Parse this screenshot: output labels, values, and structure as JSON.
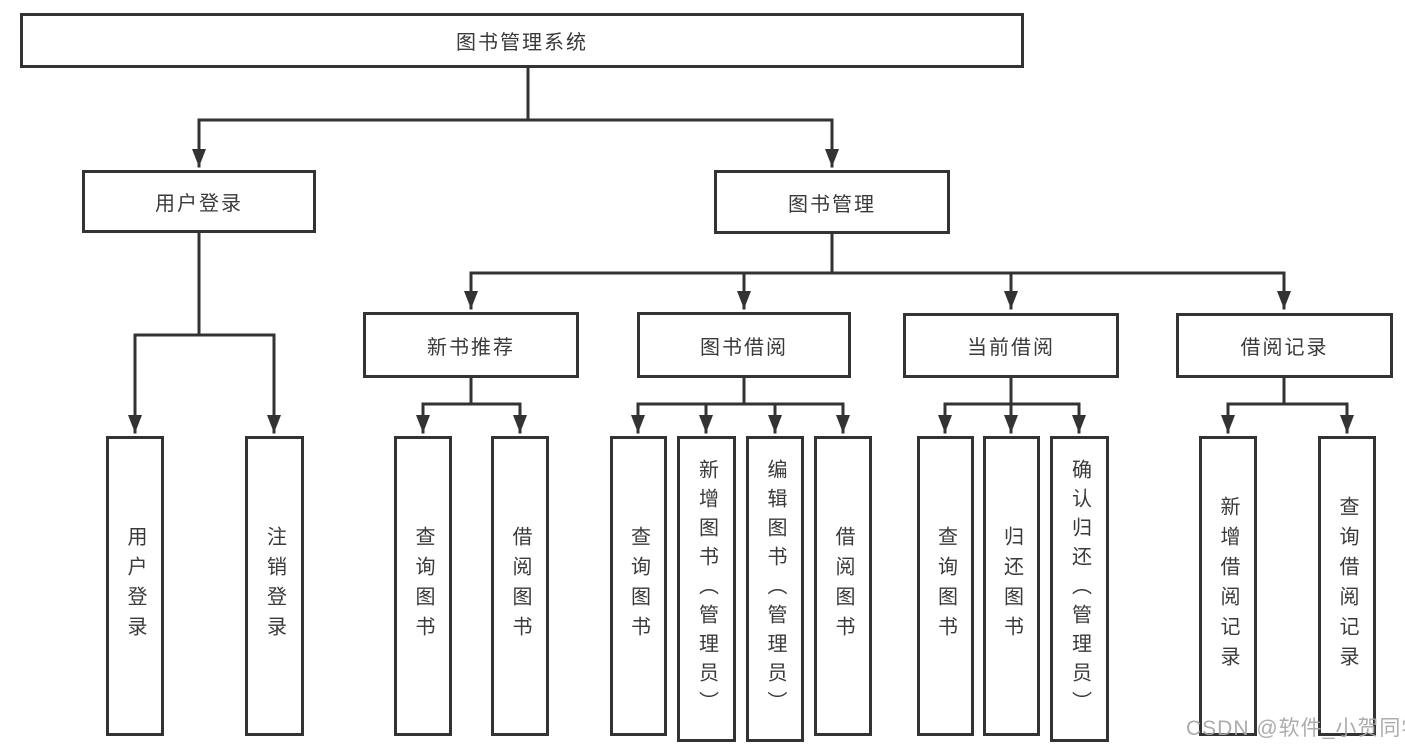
{
  "tree": {
    "root": {
      "label": "图书管理系统",
      "children": [
        {
          "label": "用户登录",
          "children": [
            {
              "label": "用户登录"
            },
            {
              "label": "注销登录"
            }
          ]
        },
        {
          "label": "图书管理",
          "children": [
            {
              "label": "新书推荐",
              "children": [
                {
                  "label": "查询图书"
                },
                {
                  "label": "借阅图书"
                }
              ]
            },
            {
              "label": "图书借阅",
              "children": [
                {
                  "label": "查询图书"
                },
                {
                  "label": "新增图书（管理员）"
                },
                {
                  "label": "编辑图书（管理员）"
                },
                {
                  "label": "借阅图书"
                }
              ]
            },
            {
              "label": "当前借阅",
              "children": [
                {
                  "label": "查询图书"
                },
                {
                  "label": "归还图书"
                },
                {
                  "label": "确认归还（管理员）"
                }
              ]
            },
            {
              "label": "借阅记录",
              "children": [
                {
                  "label": "新增借阅记录"
                },
                {
                  "label": "查询借阅记录"
                }
              ]
            }
          ]
        }
      ]
    }
  },
  "colors": {
    "line": "#333333",
    "text": "#3a3a3a",
    "watermark": "#a8a8a8",
    "background": "#ffffff"
  },
  "watermark": "CSDN @软件_小贺同学"
}
